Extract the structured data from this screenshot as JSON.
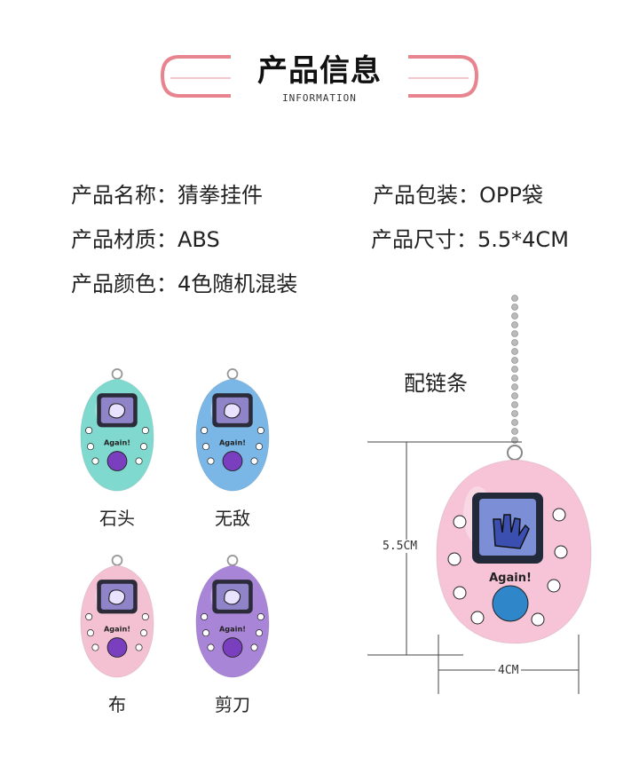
{
  "header": {
    "title": "产品信息",
    "subtitle": "INFORMATION"
  },
  "specs": {
    "name": "产品名称：猜拳挂件",
    "packaging": "产品包装：OPP袋",
    "material": "产品材质：ABS",
    "size": "产品尺寸：5.5*4CM",
    "color": "产品颜色：4色随机混装"
  },
  "variants": [
    {
      "label": "石头",
      "color": "#7fd9cf"
    },
    {
      "label": "无敌",
      "color": "#7ab6e6"
    },
    {
      "label": "布",
      "color": "#f4c1d2"
    },
    {
      "label": "剪刀",
      "color": "#a985d8"
    }
  ],
  "device": {
    "button_text": "Again!"
  },
  "detail": {
    "chain_label": "配链条",
    "height_label": "5.5CM",
    "width_label": "4CM",
    "body_color": "#f6c4d6"
  },
  "accent_color": "#e8848f"
}
